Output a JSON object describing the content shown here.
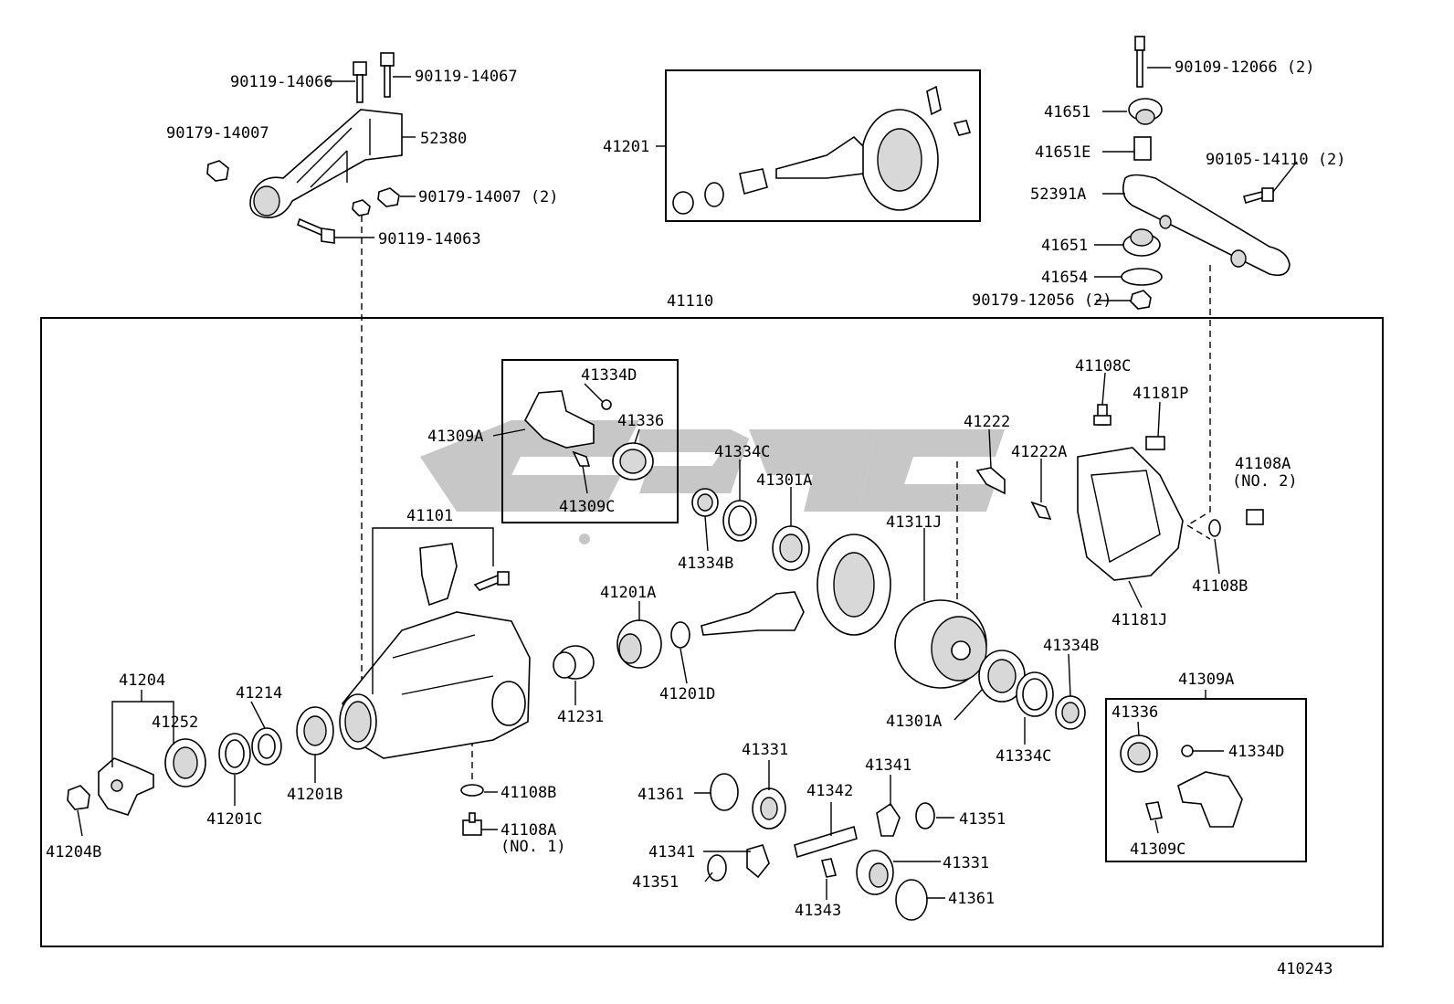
{
  "diagram_id": "410243",
  "assembly_label": "41110",
  "labels": {
    "l_90119_14066": "90119-14066",
    "l_90119_14067": "90119-14067",
    "l_90179_14007": "90179-14007",
    "l_52380": "52380",
    "l_90179_14007_2": "90179-14007 (2)",
    "l_90119_14063": "90119-14063",
    "l_41201": "41201",
    "l_90109_12066": "90109-12066 (2)",
    "l_41651_top": "41651",
    "l_41651E": "41651E",
    "l_90105_14110": "90105-14110 (2)",
    "l_52391A": "52391A",
    "l_41651_bot": "41651",
    "l_41654": "41654",
    "l_90179_12056": "90179-12056 (2)",
    "l_41334D_top": "41334D",
    "l_41336_top": "41336",
    "l_41309A_top": "41309A",
    "l_41309C_top": "41309C",
    "l_41334C_top": "41334C",
    "l_41301A_top": "41301A",
    "l_41334B_top": "41334B",
    "l_41101": "41101",
    "l_41222": "41222",
    "l_41222A": "41222A",
    "l_41311J": "41311J",
    "l_41108C": "41108C",
    "l_41181P": "41181P",
    "l_41108A_right": "41108A",
    "l_no2": "(NO. 2)",
    "l_41108B_right": "41108B",
    "l_41181J": "41181J",
    "l_41201A": "41201A",
    "l_41201D": "41201D",
    "l_41231": "41231",
    "l_41204": "41204",
    "l_41252": "41252",
    "l_41214": "41214",
    "l_41201C": "41201C",
    "l_41201B": "41201B",
    "l_41204B": "41204B",
    "l_41108B_bot": "41108B",
    "l_41108A_bot": "41108A",
    "l_no1": "(NO. 1)",
    "l_41334B_right": "41334B",
    "l_41301A_bot": "41301A",
    "l_41334C_bot": "41334C",
    "l_41309A_right": "41309A",
    "l_41336_right": "41336",
    "l_41334D_right": "41334D",
    "l_41309C_right": "41309C",
    "l_41331_top": "41331",
    "l_41361_left": "41361",
    "l_41342": "41342",
    "l_41341_right": "41341",
    "l_41351_right": "41351",
    "l_41341_left": "41341",
    "l_41351_left": "41351",
    "l_41343": "41343",
    "l_41331_bot": "41331",
    "l_41361_right": "41361"
  }
}
